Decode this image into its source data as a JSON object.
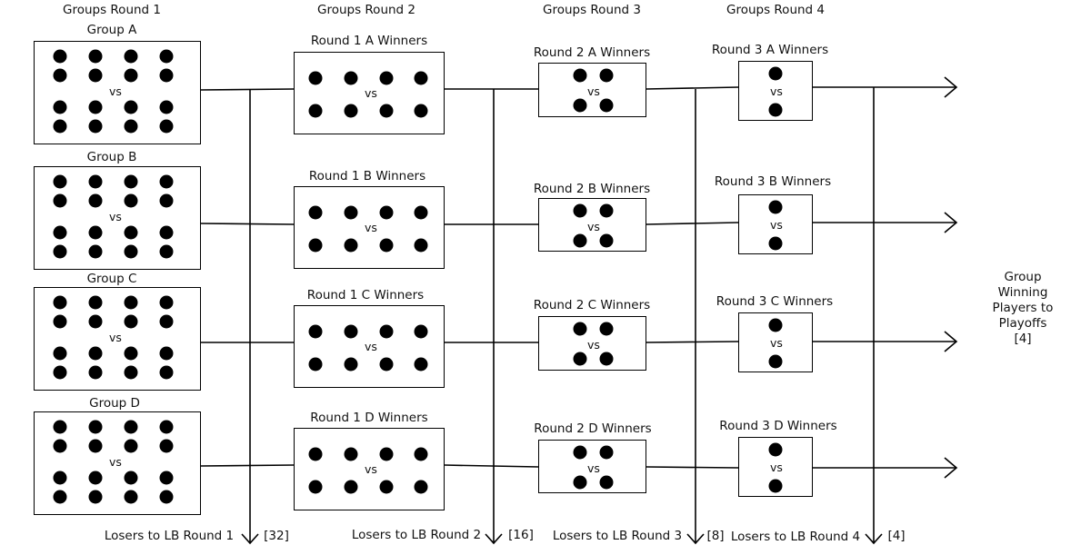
{
  "round_headers": [
    "Groups Round 1",
    "Groups Round 2",
    "Groups Round 3",
    "Groups Round 4"
  ],
  "round1": [
    {
      "label": "Group A",
      "players": 16,
      "vs": "vs"
    },
    {
      "label": "Group B",
      "players": 16,
      "vs": "vs"
    },
    {
      "label": "Group C",
      "players": 16,
      "vs": "vs"
    },
    {
      "label": "Group D",
      "players": 16,
      "vs": "vs"
    }
  ],
  "round2": [
    {
      "label": "Round 1 A Winners",
      "players": 8,
      "vs": "vs"
    },
    {
      "label": "Round 1 B Winners",
      "players": 8,
      "vs": "vs"
    },
    {
      "label": "Round 1 C Winners",
      "players": 8,
      "vs": "vs"
    },
    {
      "label": "Round 1 D Winners",
      "players": 8,
      "vs": "vs"
    }
  ],
  "round3": [
    {
      "label": "Round 2 A Winners",
      "players": 4,
      "vs": "vs"
    },
    {
      "label": "Round 2 B Winners",
      "players": 4,
      "vs": "vs"
    },
    {
      "label": "Round 2 C Winners",
      "players": 4,
      "vs": "vs"
    },
    {
      "label": "Round 2 D Winners",
      "players": 4,
      "vs": "vs"
    }
  ],
  "round4": [
    {
      "label": "Round 3 A Winners",
      "players": 2,
      "vs": "vs"
    },
    {
      "label": "Round 3 B Winners",
      "players": 2,
      "vs": "vs"
    },
    {
      "label": "Round 3 C Winners",
      "players": 2,
      "vs": "vs"
    },
    {
      "label": "Round 3 D Winners",
      "players": 2,
      "vs": "vs"
    }
  ],
  "losers": [
    {
      "text": "Losers to LB Round 1",
      "count": "[32]"
    },
    {
      "text": "Losers to LB Round 2",
      "count": "[16]"
    },
    {
      "text": "Losers to LB Round 3",
      "count": "[8]"
    },
    {
      "text": "Losers to LB Round 4",
      "count": "[4]"
    }
  ],
  "playoffs": {
    "line1": "Group Winning",
    "line2": "Players to Playoffs",
    "line3": "[4]"
  }
}
